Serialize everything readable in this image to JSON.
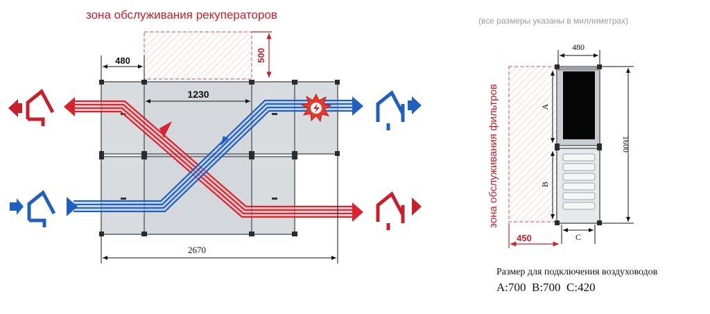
{
  "labels": {
    "recuperator_zone": "зона обслуживания рекуператоров",
    "units_note": "(все размеры указаны в миллиметрах)",
    "filter_zone": "зона обслуживания фильтров",
    "duct_title": "Размер для подключения воздуховодов",
    "duct_values": "A:700  B:700  C:420"
  },
  "dimensions": {
    "left_module": "480",
    "service_height": "500",
    "recuperator": "1230",
    "total_length": "2670",
    "side_width": "480",
    "side_height": "1600",
    "filter_depth": "450",
    "a": "A",
    "b": "B",
    "c": "C"
  },
  "colors": {
    "hot": "#d9232e",
    "cold": "#1f5fbf",
    "accent": "#c8202a"
  }
}
